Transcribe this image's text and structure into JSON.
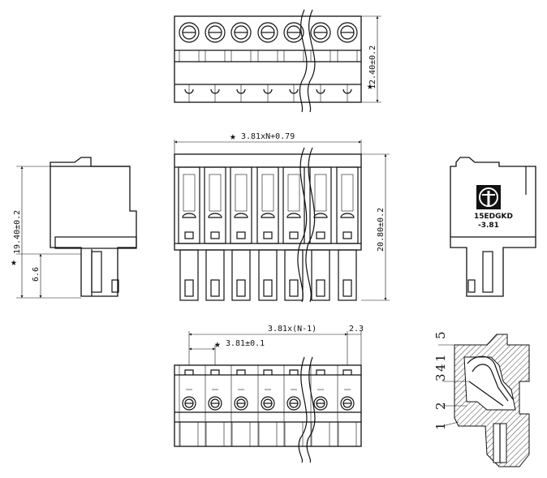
{
  "dimensions": {
    "top_height": "12.40±0.2",
    "front_width": "3.81xN+0.79",
    "side_height": "19.40±0.2",
    "side_lower": "6.6",
    "front_height": "20.80±0.2",
    "bottom_pitch_total": "3.81x(N-1)",
    "bottom_end": "2.3",
    "bottom_pitch": "3.81±0.1"
  },
  "marking": {
    "brand": "15EDGKD",
    "pitch": "-3.81"
  },
  "section_numbers": [
    "5",
    "3",
    "4",
    "1",
    "2",
    "1"
  ],
  "star_symbol": "★",
  "colors": {
    "line": "#111111",
    "background": "#ffffff"
  },
  "icons": [
    "star-icon",
    "logo-icon"
  ]
}
